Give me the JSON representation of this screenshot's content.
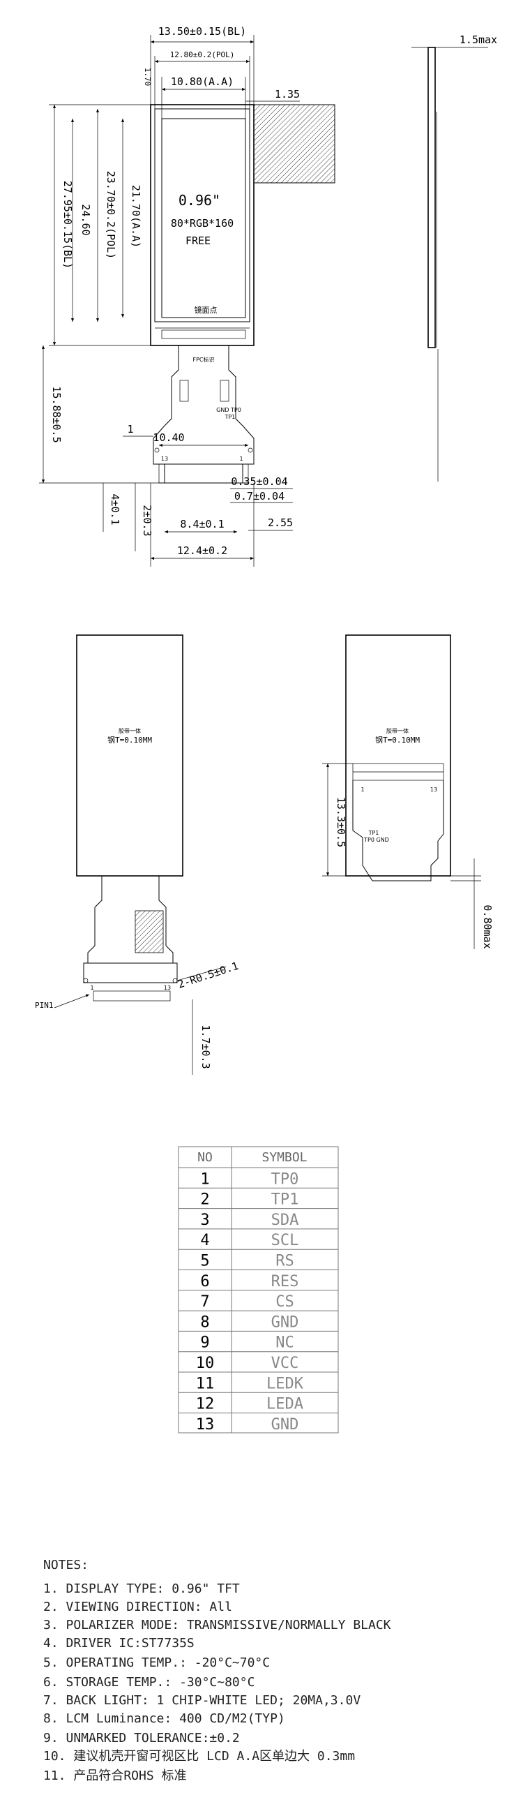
{
  "dims": {
    "bl_width": "13.50±0.15(BL)",
    "pol_width": "12.80±0.2(POL)",
    "aa_width": "10.80(A.A)",
    "top_offset": "1.70",
    "offset_135": "1.35",
    "bl_height": "27.95±0.15(BL)",
    "h_2460": "24.60",
    "pol_height": "23.70±0.2(POL)",
    "aa_height": "21.70(A.A)",
    "fpc_length": "15.88±0.5",
    "dim_1": "1",
    "fpc_pitch_width": "10.40",
    "pin_pitch": "0.7±0.04",
    "pin_width": "0.35±0.04",
    "pin_span": "8.4±0.1",
    "fpc_width": "12.4±0.2",
    "dim_255": "2.55",
    "dim_4": "4±0.1",
    "dim_2": "2±0.3",
    "thickness": "1.5max",
    "back_height": "13.3±0.5",
    "stiff_thk": "0.80max",
    "hole_dia": "2-R0.5±0.1",
    "tail_dim": "1.7±0.3"
  },
  "panel": {
    "size": "0.96\"",
    "resolution": "80*RGB*160",
    "label": "FREE",
    "chinese_mark": "镜面点",
    "fpc_text": "FPC标识",
    "gnd_tp": "GND TP0",
    "tp1": "TP1",
    "pin_first": "13",
    "pin_last": "1",
    "tape_label": "胶带一体",
    "tape_thk": "钢T=0.10MM",
    "pin1_label": "PIN1",
    "tp_back": "TP1\nTP0 GND"
  },
  "table": {
    "header_no": "NO",
    "header_symbol": "SYMBOL",
    "rows": [
      {
        "no": "1",
        "symbol": "TP0"
      },
      {
        "no": "2",
        "symbol": "TP1"
      },
      {
        "no": "3",
        "symbol": "SDA"
      },
      {
        "no": "4",
        "symbol": "SCL"
      },
      {
        "no": "5",
        "symbol": "RS"
      },
      {
        "no": "6",
        "symbol": "RES"
      },
      {
        "no": "7",
        "symbol": "CS"
      },
      {
        "no": "8",
        "symbol": "GND"
      },
      {
        "no": "9",
        "symbol": "NC"
      },
      {
        "no": "10",
        "symbol": "VCC"
      },
      {
        "no": "11",
        "symbol": "LEDK"
      },
      {
        "no": "12",
        "symbol": "LEDA"
      },
      {
        "no": "13",
        "symbol": "GND"
      }
    ]
  },
  "notes": {
    "title": "NOTES:",
    "items": [
      "1. DISPLAY TYPE:   0.96\" TFT",
      "2. VIEWING DIRECTION: All",
      "3. POLARIZER MODE:  TRANSMISSIVE/NORMALLY BLACK",
      "4. DRIVER IC:ST7735S",
      "5. OPERATING TEMP.:    -20°C~70°C",
      "6. STORAGE TEMP.:    -30°C~80°C",
      "7. BACK LIGHT: 1 CHIP-WHITE LED; 20MA,3.0V",
      "8. LCM Luminance: 400 CD/M2(TYP)",
      "9. UNMARKED TOLERANCE:±0.2",
      "10. 建议机壳开窗可视区比 LCD A.A区单边大 0.3mm",
      "11. 产品符合ROHS 标准"
    ]
  }
}
